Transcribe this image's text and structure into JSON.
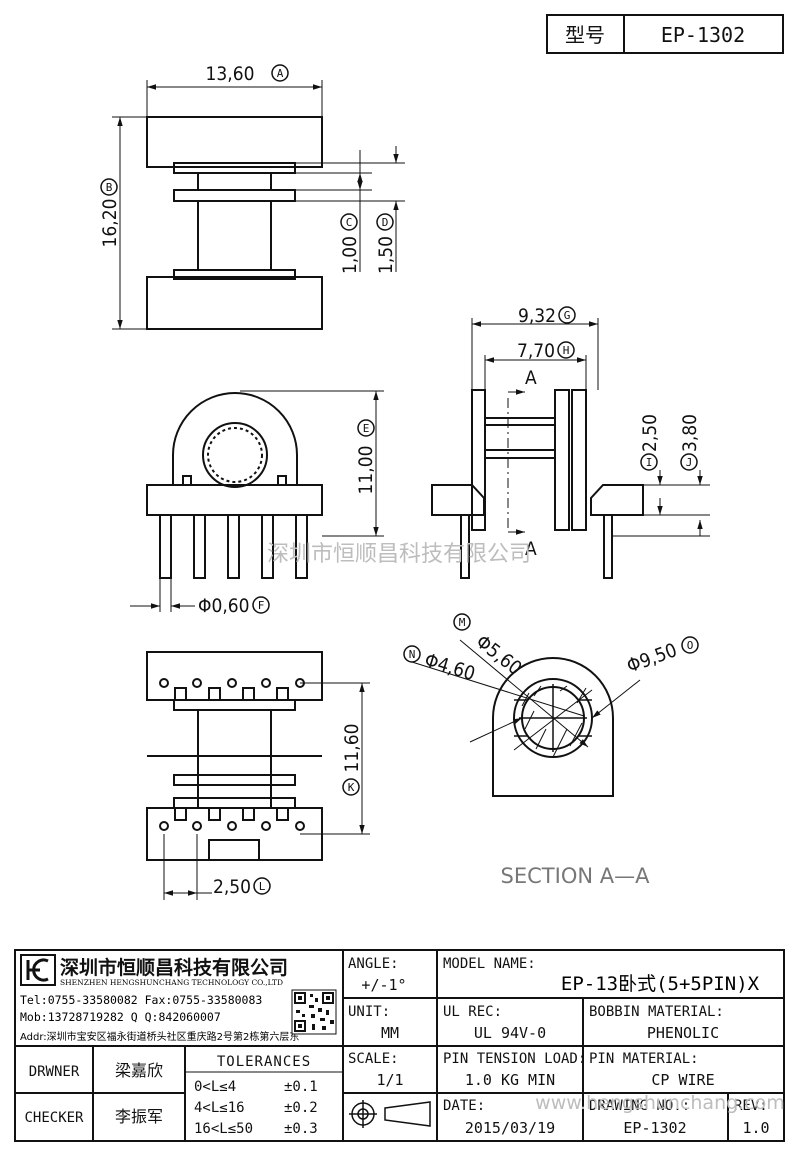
{
  "header": {
    "model_label": "型号",
    "model_value": "EP-1302"
  },
  "top_view": {
    "width_dim": "13,60",
    "width_tag": "A",
    "height_dim": "16,20",
    "height_tag": "B",
    "dim_c": "1,00",
    "tag_c": "C",
    "dim_d": "1,50",
    "tag_d": "D"
  },
  "front_view": {
    "height_dim": "11,00",
    "height_tag": "E",
    "pin_dim": "Φ0,60",
    "pin_tag": "F"
  },
  "side_view": {
    "outer_dim": "9,32",
    "outer_tag": "G",
    "inner_dim": "7,70",
    "inner_tag": "H",
    "dim_i": "2,50",
    "tag_i": "I",
    "dim_j": "3,80",
    "tag_j": "J",
    "section_top": "A",
    "section_bottom": "A"
  },
  "bottom_view": {
    "span_dim": "11,60",
    "span_tag": "K",
    "pitch_dim": "2,50",
    "pitch_tag": "L"
  },
  "section_view": {
    "dim_m": "Φ5,60",
    "tag_m": "M",
    "dim_n": "Φ4,60",
    "tag_n": "N",
    "dim_o": "Φ9,50",
    "tag_o": "O",
    "title": "SECTION  A—A"
  },
  "watermark": {
    "cn": "深圳市恒顺昌科技有限公司",
    "web": "www.hengshunchang.com"
  },
  "company": {
    "name_cn": "深圳市恒顺昌科技有限公司",
    "name_en": "SHENZHEN HENGSHUNCHANG TECHNOLOGY CO.,LTD",
    "tel": "Tel:0755-33580082 Fax:0755-33580083",
    "mob": "Mob:13728719282      Q  Q:842060007",
    "addr": "Addr:深圳市宝安区福永街道桥头社区重庆路2号第2栋第六层东"
  },
  "title_block": {
    "angle_label": "ANGLE:",
    "angle_value": "+/-1°",
    "model_name_label": "MODEL NAME:",
    "model_name_value": "EP-13卧式(5+5PIN)X",
    "unit_label": "UNIT:",
    "unit_value": "MM",
    "ul_label": "UL REC:",
    "ul_value": "UL 94V-0",
    "bobbin_label": "BOBBIN MATERIAL:",
    "bobbin_value": "PHENOLIC",
    "drawner_label": "DRWNER",
    "drawner_value": "梁嘉欣",
    "tolerances_label": "TOLERANCES",
    "tol_rows": [
      {
        "range": "0<L≤4",
        "tol": "±0.1"
      },
      {
        "range": "4<L≤16",
        "tol": "±0.2"
      },
      {
        "range": "16<L≤50",
        "tol": "±0.3"
      }
    ],
    "scale_label": "SCALE:",
    "scale_value": "1/1",
    "pin_tension_label": "PIN TENSION LOAD:",
    "pin_tension_value": "1.0 KG MIN",
    "pin_material_label": "PIN MATERIAL:",
    "pin_material_value": "CP WIRE",
    "checker_label": "CHECKER",
    "checker_value": "李振军",
    "date_label": "DATE:",
    "date_value": "2015/03/19",
    "drawing_no_label": "DRAWING NO.:",
    "drawing_no_value": "EP-1302",
    "rev_label": "REV:",
    "rev_value": "1.0"
  }
}
